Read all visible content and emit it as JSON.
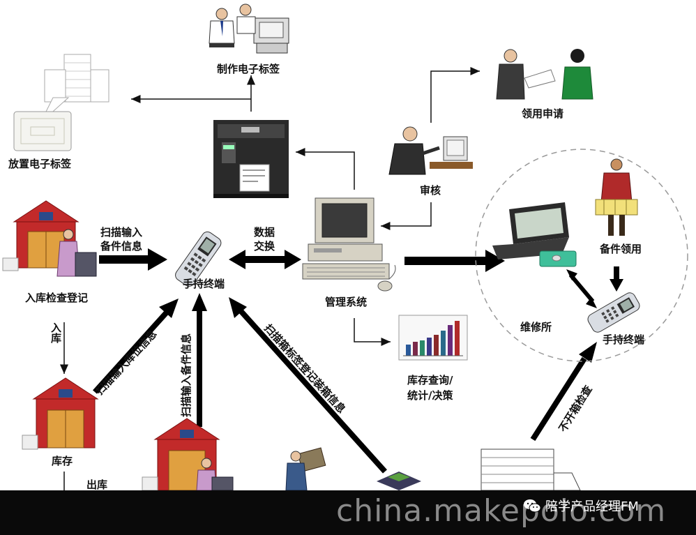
{
  "labels": {
    "make_tag": "制作电子标签",
    "place_tag": "放置电子标签",
    "apply": "领用申请",
    "audit": "审核",
    "scan_input": "扫描输入",
    "spare_info": "备件信息",
    "data": "数据",
    "exchange": "交换",
    "handheld": "手持终端",
    "management": "管理系统",
    "inbound_register": "入库检查登记",
    "inbound": "入库",
    "warehouse": "库存",
    "outbound": "出库",
    "stock_query_1": "库存查询/",
    "stock_query_2": "统计/决策",
    "repair_shop": "维修所",
    "spare_use": "备件领用",
    "handheld2": "手持终端",
    "scan_location": "扫描输入库位信息",
    "scan_spare": "扫描输入备件信息",
    "scan_box": "扫描箱标签登记装箱信息",
    "no_open_check": "不开箱检查"
  },
  "footer": {
    "watermark": "china.makepolo.com",
    "brand": "陪学产品经理FM"
  },
  "icons": [
    "wechat-icon",
    "printer-icon",
    "computer-icon",
    "handheld-icon",
    "warehouse-icon",
    "laptop-icon",
    "bar-chart-icon"
  ]
}
